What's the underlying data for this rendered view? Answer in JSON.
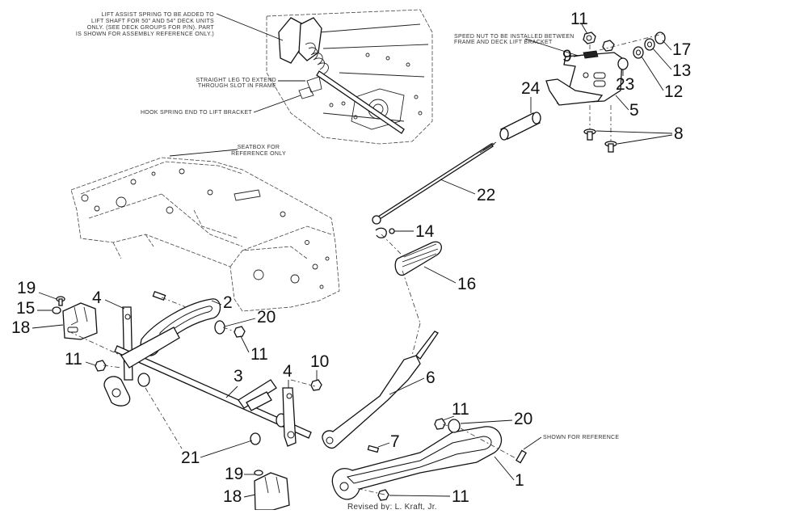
{
  "notes": {
    "lift_assist": [
      "LIFT ASSIST SPRING TO BE ADDED TO",
      "LIFT SHAFT FOR 50\" AND 54\" DECK UNITS",
      "ONLY. (SEE DECK GROUPS FOR P/N). PART",
      "IS SHOWN FOR ASSEMBLY REFERENCE ONLY.)"
    ],
    "straight_leg": [
      "STRAIGHT LEG TO EXTEND",
      "THROUGH SLOT IN FRAME"
    ],
    "hook_spring": "HOOK SPRING END TO LIFT BRACKET",
    "seatbox": [
      "SEATBOX FOR",
      "REFERENCE ONLY"
    ],
    "speed_nut": [
      "SPEED NUT TO BE INSTALLED BETWEEN",
      "FRAME AND DECK LIFT BRACKET"
    ],
    "shown_for_reference": "SHOWN FOR REFERENCE",
    "footer": "Revised by: L. Kraft, Jr."
  },
  "callouts": {
    "c11a": "11",
    "c17": "17",
    "c9": "9",
    "c13": "13",
    "c23": "23",
    "c12": "12",
    "c24": "24",
    "c5": "5",
    "c8": "8",
    "c22": "22",
    "c14": "14",
    "c16": "16",
    "c19a": "19",
    "c15": "15",
    "c18a": "18",
    "c4a": "4",
    "c2": "2",
    "c20a": "20",
    "c11b": "11",
    "c11c": "11",
    "c10": "10",
    "c3": "3",
    "c4b": "4",
    "c6": "6",
    "c11d": "11",
    "c20b": "20",
    "c7": "7",
    "c21": "21",
    "c1": "1",
    "c19b": "19",
    "c18b": "18",
    "c11e": "11"
  }
}
